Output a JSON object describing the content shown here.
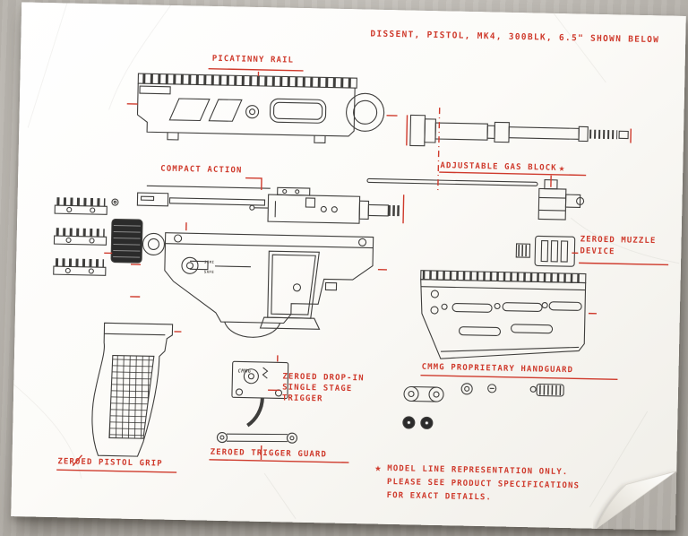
{
  "title": "DISSENT, PISTOL, MK4, 300BLK, 6.5\" SHOWN BELOW",
  "colors": {
    "accent_red": "#cf3a2c",
    "ink": "#3f3e3c",
    "paper": "#fbfaf6",
    "desk": "#c9c5be"
  },
  "part_labels": {
    "picatinny_rail": "PICATINNY RAIL",
    "compact_action": "COMPACT ACTION",
    "adjustable_gas_block": "ADJUSTABLE GAS BLOCK",
    "adjustable_gas_block_note_marker": "★",
    "zeroed_muzzle_device_line1": "ZEROED MUZZLE",
    "zeroed_muzzle_device_line2": "DEVICE",
    "cmmg_proprietary_handguard": "CMMG PROPRIETARY HANDGUARD",
    "zeroed_trigger_line1": "ZEROED DROP-IN",
    "zeroed_trigger_line2": "SINGLE STAGE",
    "zeroed_trigger_line3": "TRIGGER",
    "zeroed_trigger_guard": "ZEROED TRIGGER GUARD",
    "zeroed_pistol_grip": "ZEROED PISTOL GRIP"
  },
  "engravings": {
    "selector_semi": "SEMI",
    "selector_safe": "SAFE",
    "trigger_brand": "CMMG"
  },
  "footnote": {
    "marker": "★",
    "line1": "MODEL LINE REPRESENTATION ONLY.",
    "line2": "PLEASE SEE PRODUCT SPECIFICATIONS",
    "line3": "FOR EXACT DETAILS."
  }
}
